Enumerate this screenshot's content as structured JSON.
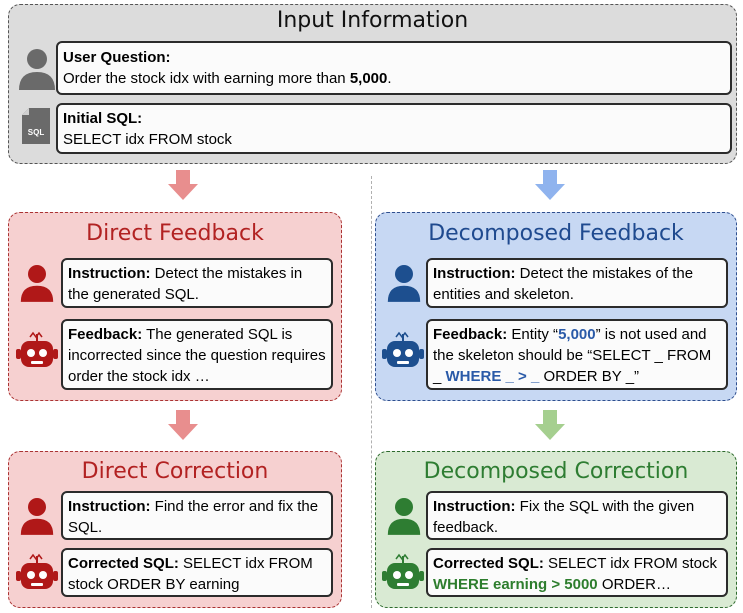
{
  "input": {
    "title": "Input Information",
    "question_label": "User Question:",
    "question_text": "Order the stock idx with earning more than ",
    "question_num": "5,000",
    "question_end": ".",
    "sql_label": "Initial SQL:",
    "sql_text": "SELECT idx FROM stock",
    "sql_icon_text": "SQL"
  },
  "direct_feedback": {
    "title": "Direct Feedback",
    "instr_label": "Instruction:",
    "instr_text": " Detect the mistakes in the generated SQL.",
    "fb_label": "Feedback:",
    "fb_text": " The generated SQL is incorrected since the question requires order the stock idx …"
  },
  "decomposed_feedback": {
    "title": "Decomposed Feedback",
    "instr_label": "Instruction:",
    "instr_text": " Detect the mistakes of the entities and skeleton.",
    "fb_label": "Feedback:",
    "fb_pre": " Entity “",
    "fb_num": "5,000",
    "fb_mid": "” is not used and the skeleton should be “SELECT _ FROM _ ",
    "fb_hl": "WHERE _ > _",
    "fb_end": " ORDER BY _”"
  },
  "direct_correction": {
    "title": "Direct Correction",
    "instr_label": "Instruction:",
    "instr_text": " Find the error and fix the SQL.",
    "sql_label": "Corrected SQL:",
    "sql_text": " SELECT idx FROM stock ORDER BY earning"
  },
  "decomposed_correction": {
    "title": "Decomposed Correction",
    "instr_label": "Instruction:",
    "instr_text": " Fix the SQL with the given feedback.",
    "sql_label": "Corrected SQL:",
    "sql_pre": " SELECT idx FROM stock ",
    "sql_hl": "WHERE earning > 5000",
    "sql_end": " ORDER…"
  },
  "colors": {
    "input_bg": "#dcdcdc",
    "red_bg": "#f6d0d0",
    "red_border": "#a33",
    "red_title": "#b22222",
    "red_icon": "#b01818",
    "red_arrow": "#e88e8e",
    "blue_bg": "#c7d8f3",
    "blue_border": "#2f4f8f",
    "blue_title": "#1f4a8f",
    "blue_icon": "#1d4f8f",
    "blue_arrow": "#8fb3ee",
    "green_bg": "#d9ead3",
    "green_border": "#2d6a2d",
    "green_title": "#2e7d32",
    "green_icon": "#2e7d32",
    "green_arrow": "#a5cf8f",
    "gray_icon": "#6a6a6a"
  },
  "icons": [
    "user-icon",
    "sql-file-icon",
    "robot-icon",
    "down-arrow-icon"
  ]
}
